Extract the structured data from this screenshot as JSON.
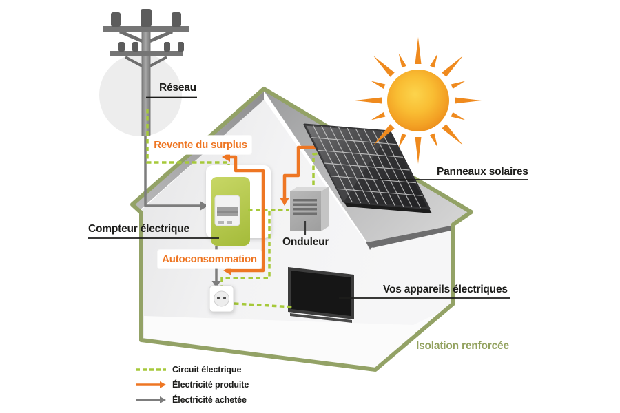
{
  "labels": {
    "reseau": "Réseau",
    "revente": "Revente du surplus",
    "compteur": "Compteur électrique",
    "autoconsommation": "Autoconsommation",
    "onduleur": "Onduleur",
    "panneaux": "Panneaux solaires",
    "appareils": "Vos appareils électriques",
    "isolation": "Isolation renforcée"
  },
  "legend": {
    "items": [
      {
        "label": "Circuit électrique",
        "style": "dashed-green"
      },
      {
        "label": "Électricité produite",
        "style": "arrow-orange"
      },
      {
        "label": "Électricité achetée",
        "style": "arrow-gray"
      }
    ]
  },
  "colors": {
    "orange": "#ee7623",
    "circuit_green": "#a6c93a",
    "olive_outline": "#93a266",
    "meter_green": "#b7cb4d",
    "purchased_gray": "#7d7d7d"
  }
}
